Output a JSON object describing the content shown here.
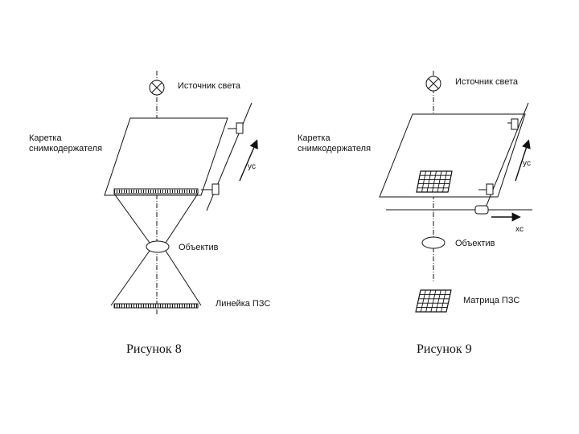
{
  "figure8": {
    "light_source": "Источник света",
    "carriage": "Каретка снимкодержателя",
    "axis_label": "yc",
    "lens": "Объектив",
    "ccd_line": "Линейка ПЗС",
    "caption": "Рисунок 8"
  },
  "figure9": {
    "light_source": "Источник света",
    "carriage": "Каретка снимкодержателя",
    "axis_y_label": "yc",
    "axis_x_label": "xc",
    "lens": "Объектив",
    "ccd_matrix": "Матрица ПЗС",
    "caption": "Рисунок 9"
  }
}
